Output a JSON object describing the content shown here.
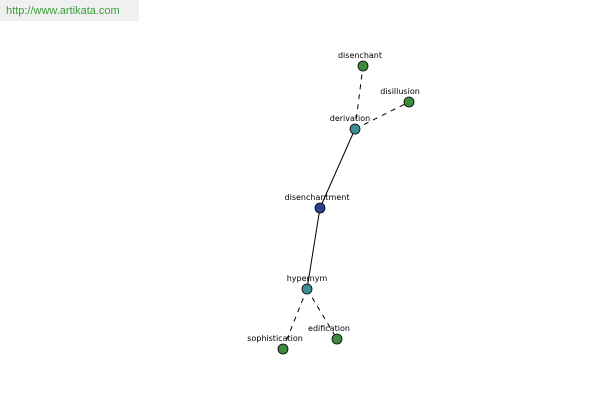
{
  "watermark": {
    "url": "http://www.artikata.com"
  },
  "colors": {
    "center": "#2d3f8c",
    "relation": "#3d8c97",
    "leaf": "#3f8a3f",
    "watermark_text": "#3a9e3a"
  },
  "graph": {
    "nodes": [
      {
        "id": "disenchantment",
        "label": "disenchantment",
        "kind": "center"
      },
      {
        "id": "derivation",
        "label": "derivation",
        "kind": "relation"
      },
      {
        "id": "hypernym",
        "label": "hypernym",
        "kind": "relation"
      },
      {
        "id": "disenchant",
        "label": "disenchant",
        "kind": "leaf"
      },
      {
        "id": "disillusion",
        "label": "disillusion",
        "kind": "leaf"
      },
      {
        "id": "sophistication",
        "label": "sophistication",
        "kind": "leaf"
      },
      {
        "id": "edification",
        "label": "edification",
        "kind": "leaf"
      }
    ],
    "edges": [
      {
        "from": "disenchantment",
        "to": "derivation",
        "style": "solid"
      },
      {
        "from": "disenchantment",
        "to": "hypernym",
        "style": "solid"
      },
      {
        "from": "derivation",
        "to": "disenchant",
        "style": "dashed"
      },
      {
        "from": "derivation",
        "to": "disillusion",
        "style": "dashed"
      },
      {
        "from": "hypernym",
        "to": "sophistication",
        "style": "dashed"
      },
      {
        "from": "hypernym",
        "to": "edification",
        "style": "dashed"
      }
    ]
  }
}
